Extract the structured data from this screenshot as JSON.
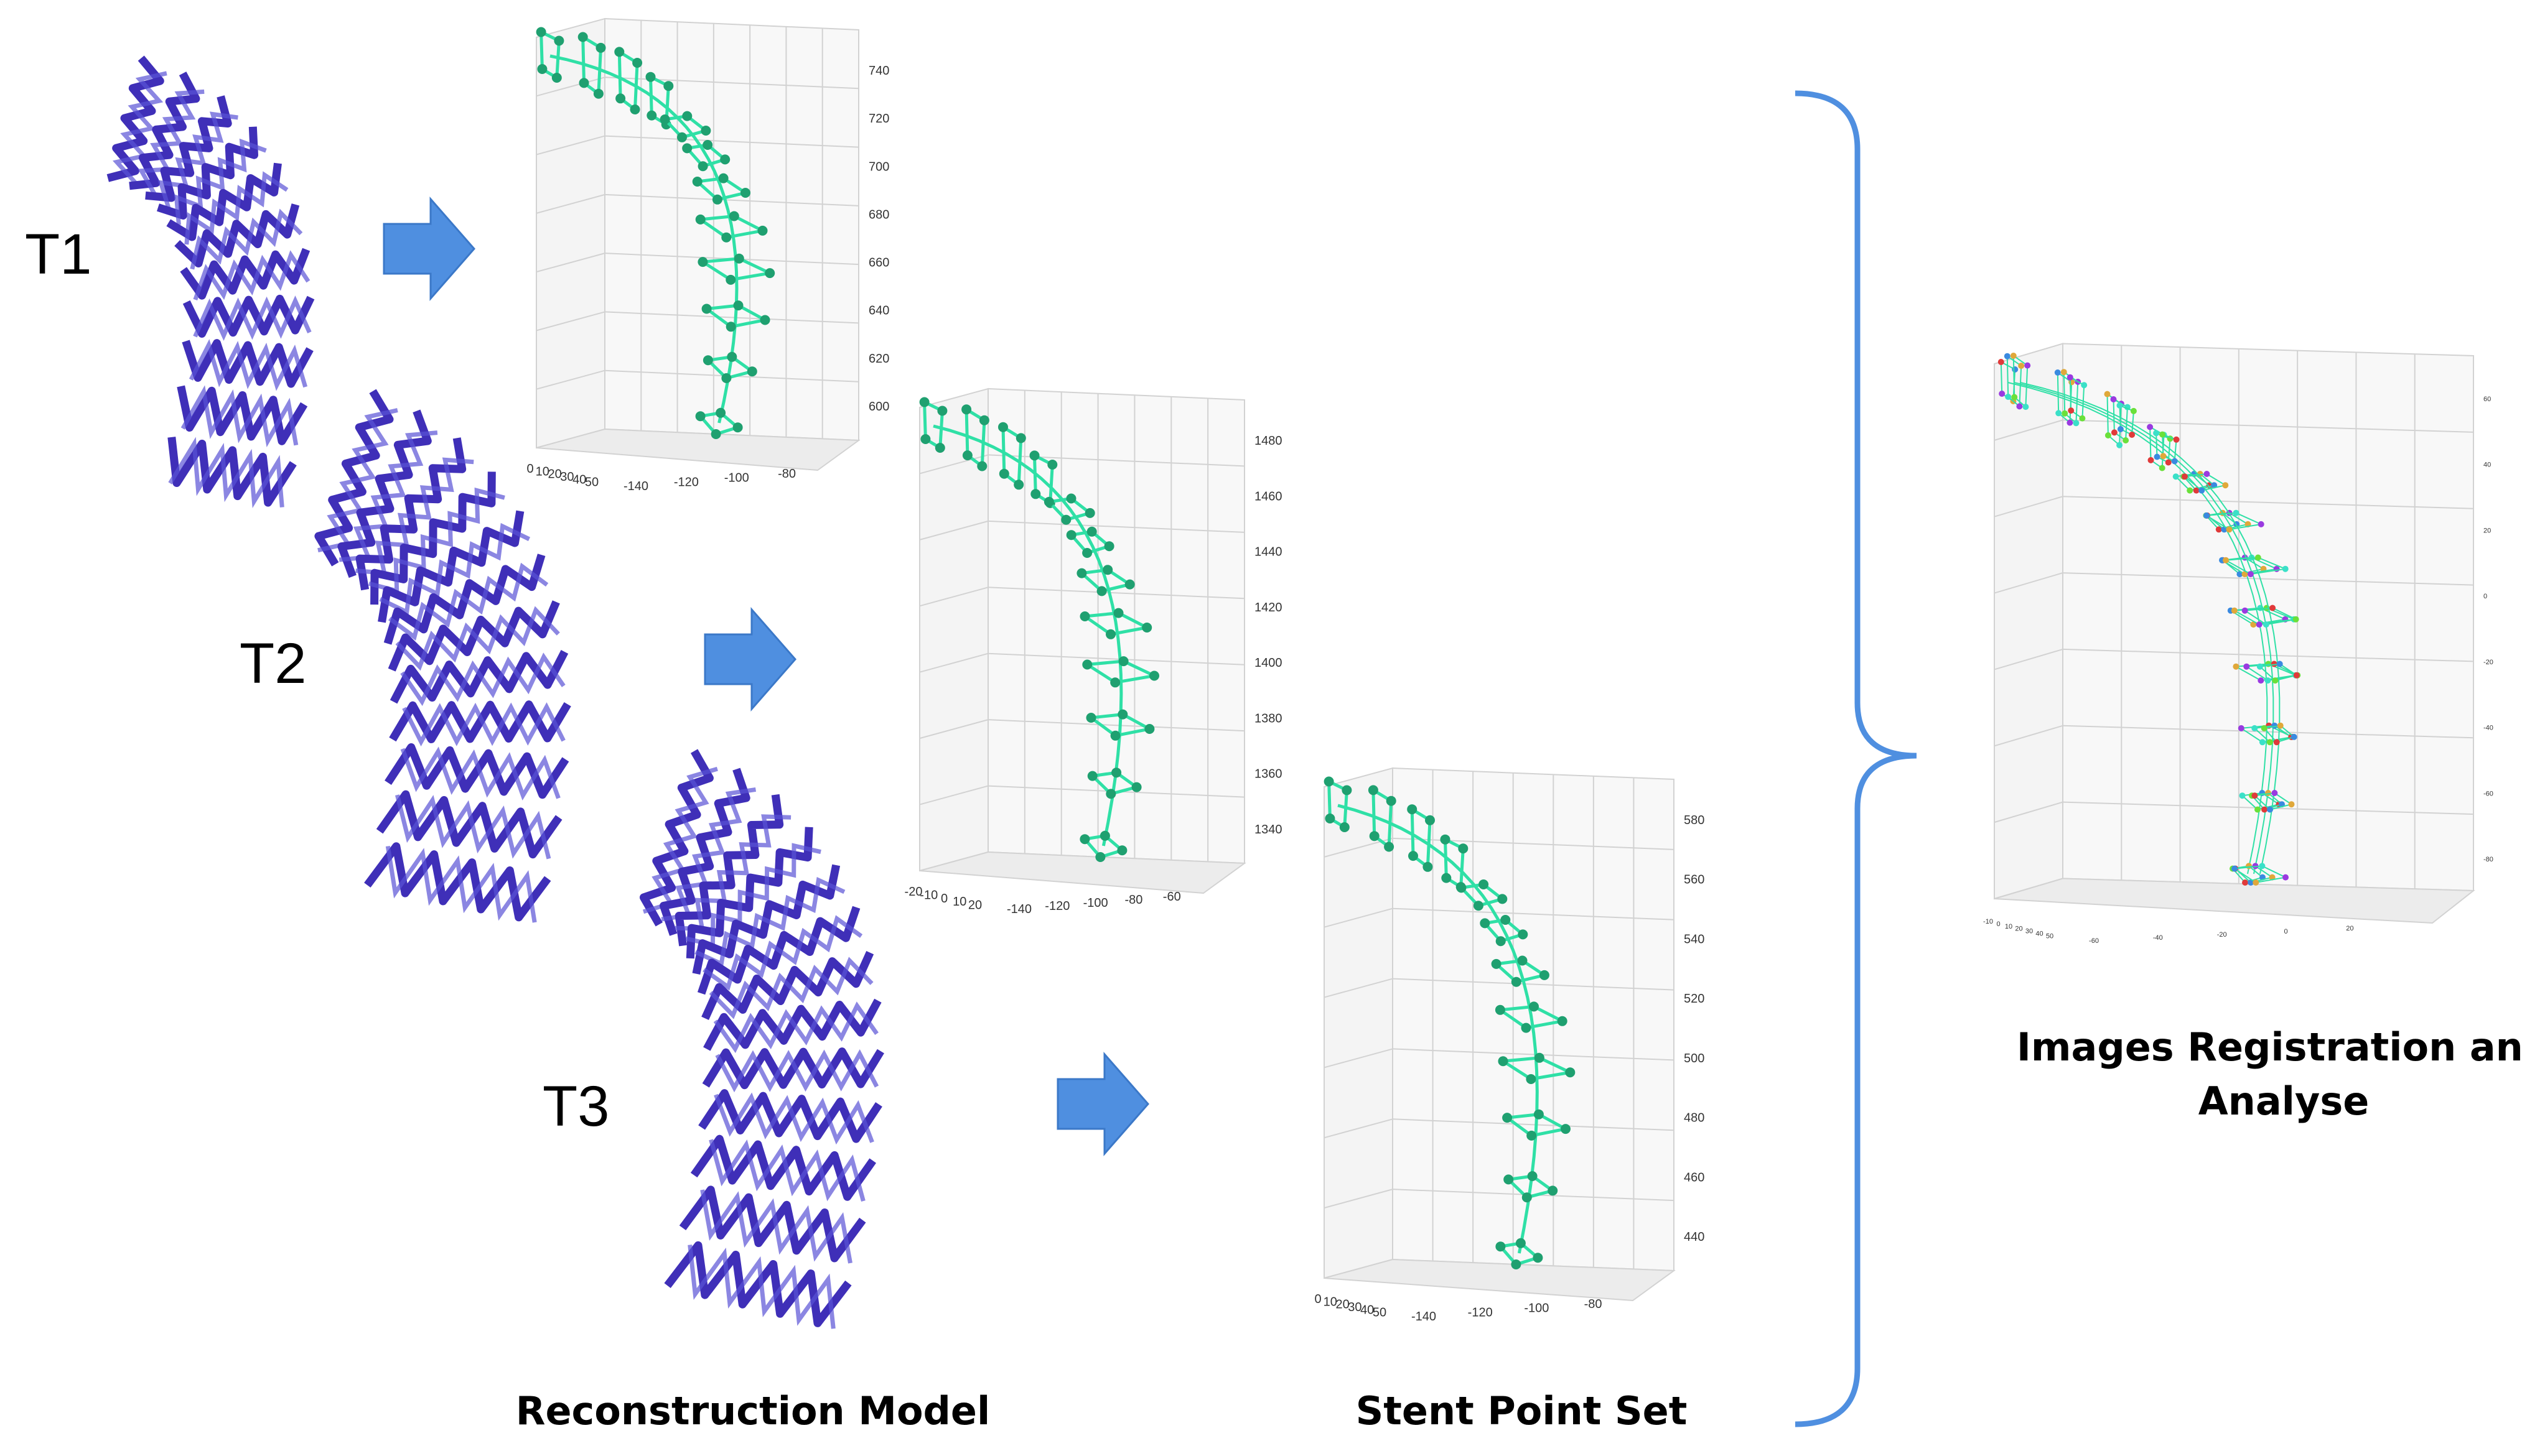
{
  "time_labels": [
    "T1",
    "T2",
    "T3"
  ],
  "captions": {
    "reconstruction": "Reconstruction Model",
    "point_set": "Stent Point Set",
    "registration_line1": "Images Registration and",
    "registration_line2": "Analyse"
  },
  "colors": {
    "stent_mesh": "#3f2fb8",
    "stent_mesh_light": "#5a52d6",
    "arrow": "#4f8fe0",
    "arrow_edge": "#3b78c8",
    "bracket": "#4f8fe0",
    "point_line": "#2fe0a6",
    "point_dot": "#1fa070",
    "grid": "#d2d2d2",
    "pane": "#f4f4f4"
  },
  "plots": [
    {
      "name": "T1-point-plot",
      "z_ticks": [
        "740",
        "720",
        "700",
        "680",
        "660",
        "640",
        "620",
        "600"
      ],
      "x_ticks": [
        "-140",
        "-120",
        "-100",
        "-80"
      ],
      "y_ticks": [
        "0",
        "10",
        "20",
        "30",
        "40",
        "50"
      ]
    },
    {
      "name": "T2-point-plot",
      "z_ticks": [
        "1480",
        "1460",
        "1440",
        "1420",
        "1400",
        "1380",
        "1360",
        "1340"
      ],
      "x_ticks": [
        "-140",
        "-120",
        "-100",
        "-80",
        "-60"
      ],
      "y_ticks": [
        "-20",
        "-10",
        "0",
        "10",
        "20"
      ]
    },
    {
      "name": "T3-point-plot",
      "z_ticks": [
        "580",
        "560",
        "540",
        "520",
        "500",
        "480",
        "460",
        "440"
      ],
      "x_ticks": [
        "-140",
        "-120",
        "-100",
        "-80"
      ],
      "y_ticks": [
        "0",
        "10",
        "20",
        "30",
        "40",
        "50"
      ]
    }
  ],
  "registration_plot": {
    "z_ticks": [
      "60",
      "40",
      "20",
      "0",
      "-20",
      "-40",
      "-60",
      "-80"
    ],
    "x_ticks": [
      "-60",
      "-40",
      "-20",
      "0",
      "20"
    ],
    "y_ticks": [
      "-10",
      "0",
      "10",
      "20",
      "30",
      "40",
      "50"
    ],
    "point_colors": [
      "#e03a3a",
      "#3a8ae0",
      "#e0a83a",
      "#9a3ae0",
      "#3ae0c8",
      "#6ae03a"
    ]
  }
}
